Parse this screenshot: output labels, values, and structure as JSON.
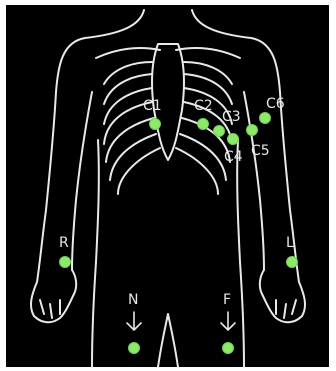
{
  "electrodes": {
    "chest": [
      {
        "id": "c1",
        "label": "C1"
      },
      {
        "id": "c2",
        "label": "C2"
      },
      {
        "id": "c3",
        "label": "C3"
      },
      {
        "id": "c4",
        "label": "C4"
      },
      {
        "id": "c5",
        "label": "C5"
      },
      {
        "id": "c6",
        "label": "C6"
      }
    ],
    "limbs": [
      {
        "id": "r",
        "label": "R"
      },
      {
        "id": "l",
        "label": "L"
      },
      {
        "id": "n",
        "label": "N"
      },
      {
        "id": "f",
        "label": "F"
      }
    ],
    "color": "#8ee86b"
  },
  "colors": {
    "background": "#000000",
    "frame": "#ffffff",
    "outline": "#e9e9e9"
  }
}
